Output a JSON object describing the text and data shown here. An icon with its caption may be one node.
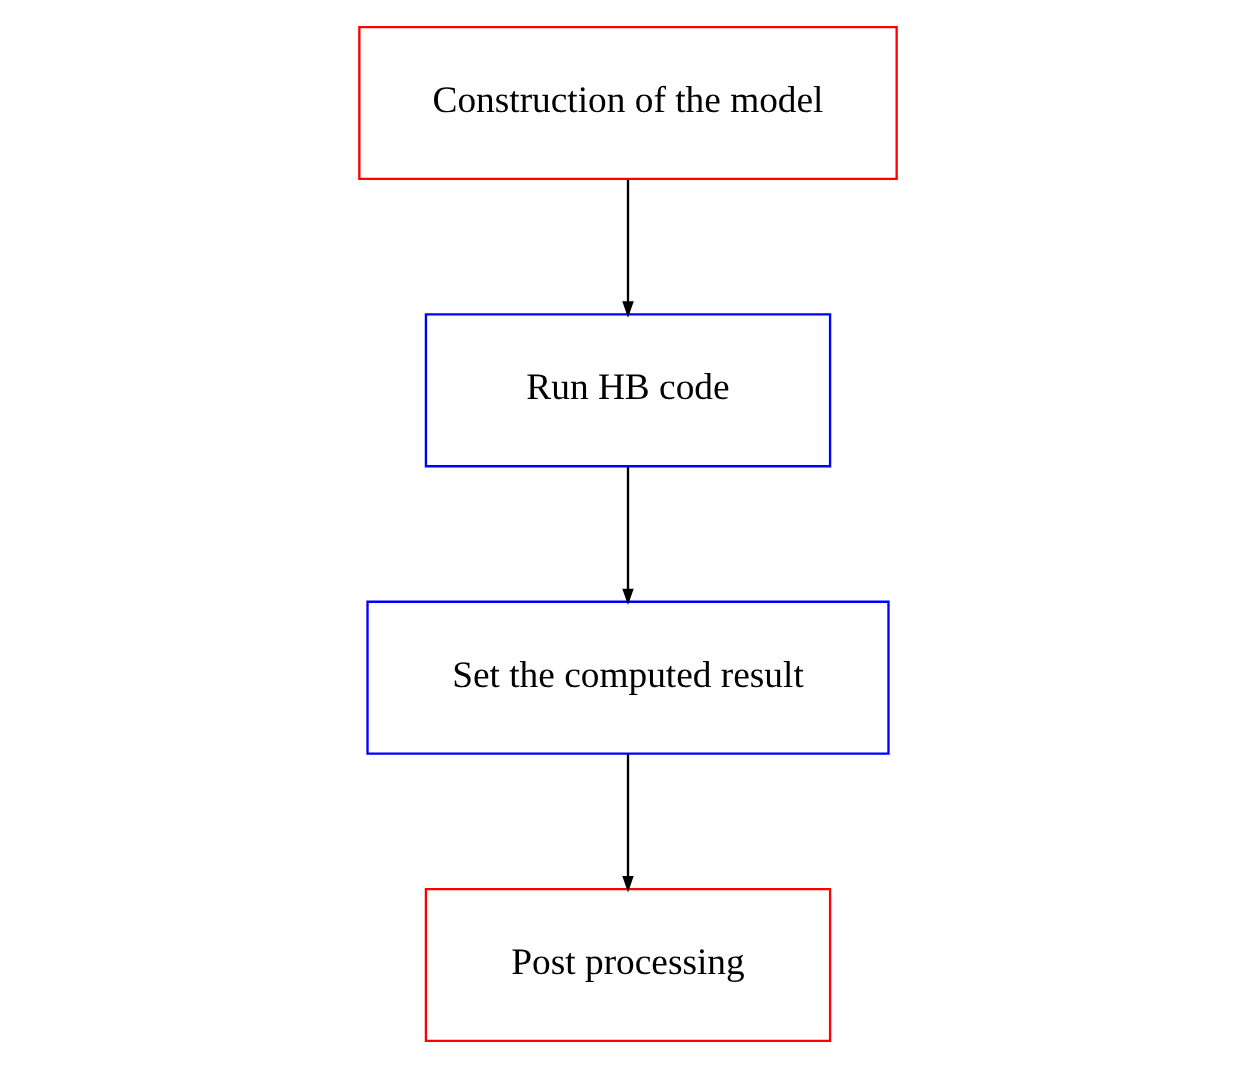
{
  "diagram": {
    "nodes": [
      {
        "text": [
          "Construction of the model"
        ]
      },
      {
        "text": [
          "Run HB code"
        ]
      },
      {
        "text": [
          "Set the computed result"
        ]
      },
      {
        "text": [
          "Post processing"
        ]
      }
    ],
    "edges": [
      {
        "from": 0,
        "to": 1,
        "arrow": "to"
      },
      {
        "from": 1,
        "to": 2,
        "arrow": "to"
      },
      {
        "from": 2,
        "to": 3,
        "arrow": "to"
      }
    ]
  }
}
